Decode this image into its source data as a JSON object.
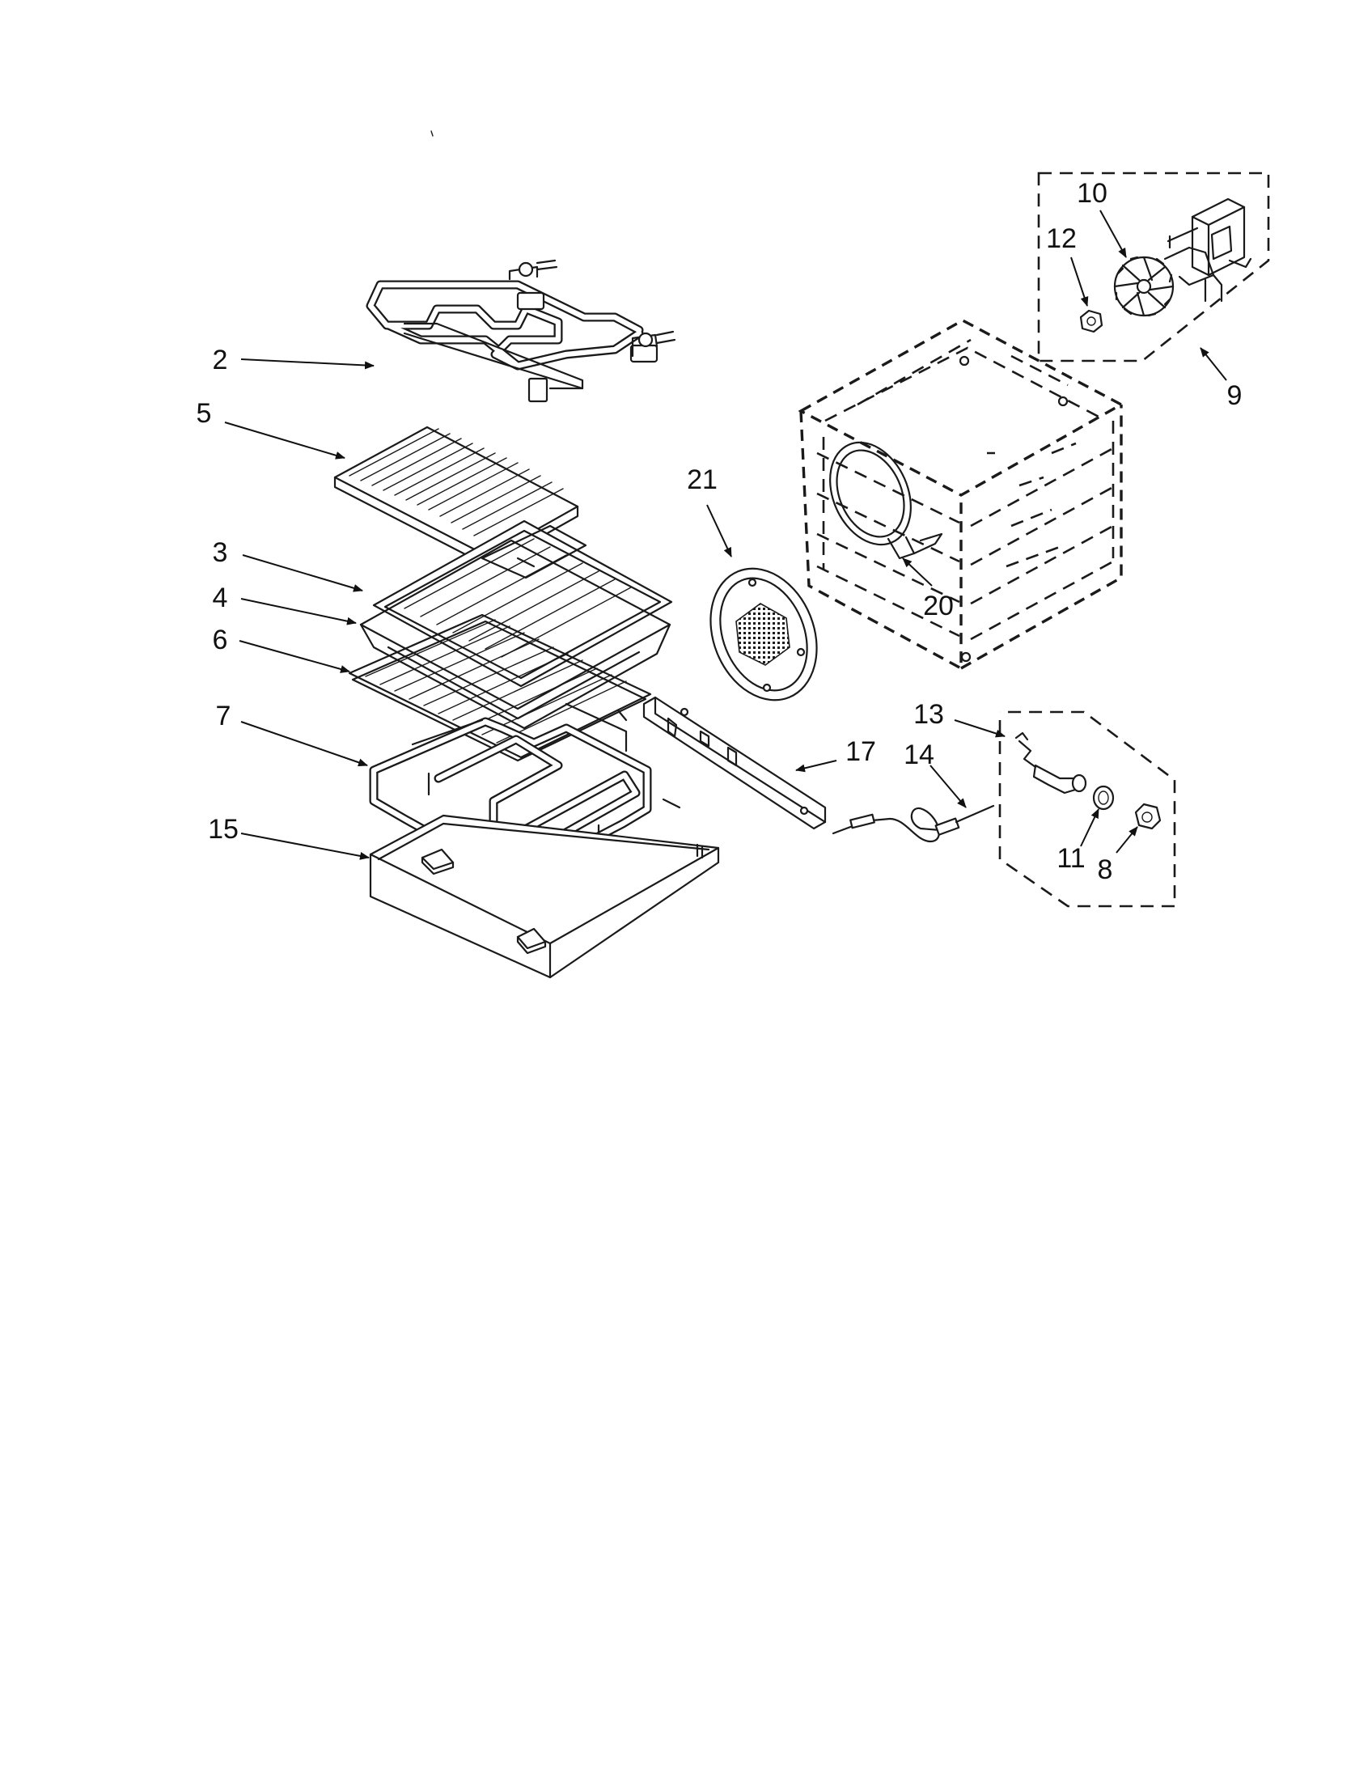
{
  "callouts": [
    {
      "id": "2",
      "label": "2"
    },
    {
      "id": "3",
      "label": "3"
    },
    {
      "id": "4",
      "label": "4"
    },
    {
      "id": "5",
      "label": "5"
    },
    {
      "id": "6",
      "label": "6"
    },
    {
      "id": "7",
      "label": "7"
    },
    {
      "id": "8",
      "label": "8"
    },
    {
      "id": "9",
      "label": "9"
    },
    {
      "id": "10",
      "label": "10"
    },
    {
      "id": "11",
      "label": "11"
    },
    {
      "id": "12",
      "label": "12"
    },
    {
      "id": "13",
      "label": "13"
    },
    {
      "id": "14",
      "label": "14"
    },
    {
      "id": "15",
      "label": "15"
    },
    {
      "id": "17",
      "label": "17"
    },
    {
      "id": "20",
      "label": "20"
    },
    {
      "id": "21",
      "label": "21"
    }
  ]
}
